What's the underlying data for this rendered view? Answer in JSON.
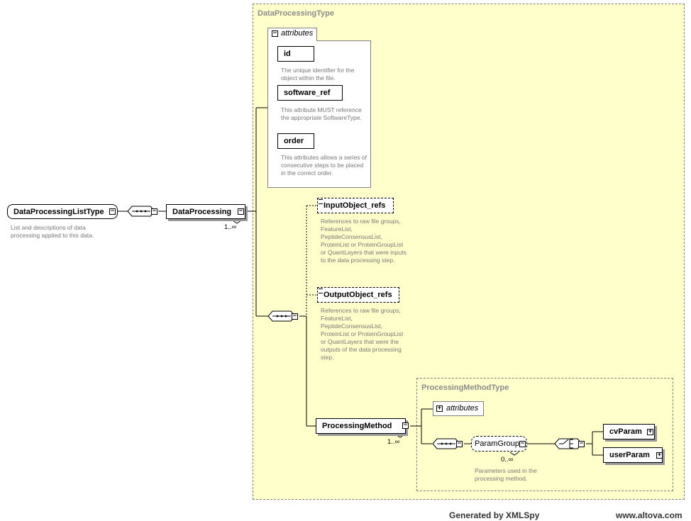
{
  "diagram": {
    "outer_type": "DataProcessingType",
    "attributes_label": "attributes",
    "attributes": [
      {
        "name": "id",
        "description": "The unique identifier for the object within the file."
      },
      {
        "name": "software_ref",
        "description": "This attribute MUST reference the appropriate SoftwareType."
      },
      {
        "name": "order",
        "description": "This attributes allows a series of consecutive steps to be placed in the correct order."
      }
    ],
    "root": {
      "name": "DataProcessingListType",
      "description": "List and descriptions of data processing applied to this data."
    },
    "element": {
      "name": "DataProcessing",
      "cardinality": "1..∞"
    },
    "input_refs": {
      "name": "InputObject_refs",
      "description": "References to raw file groups, FeatureList, PeptideConsensusList, ProteinList or ProteinGroupList or QuantLayers that were inputs to the data processing step."
    },
    "output_refs": {
      "name": "OutputObject_refs",
      "description": "References to raw file groups, FeatureList, PeptideConsensusList, ProteinList or ProteinGroupList or QuantLayers that were the outputs of the data processing step."
    },
    "processing_method": {
      "name": "ProcessingMethod",
      "cardinality": "1..∞"
    },
    "inner_type": "ProcessingMethodType",
    "inner_attributes_label": "attributes",
    "param_group": {
      "name": "ParamGroup",
      "cardinality": "0..∞",
      "description": "Parameters used in the processing method."
    },
    "cv_param": "cvParam",
    "user_param": "userParam"
  },
  "footer": {
    "generator": "Generated by XMLSpy",
    "website": "www.altova.com"
  }
}
